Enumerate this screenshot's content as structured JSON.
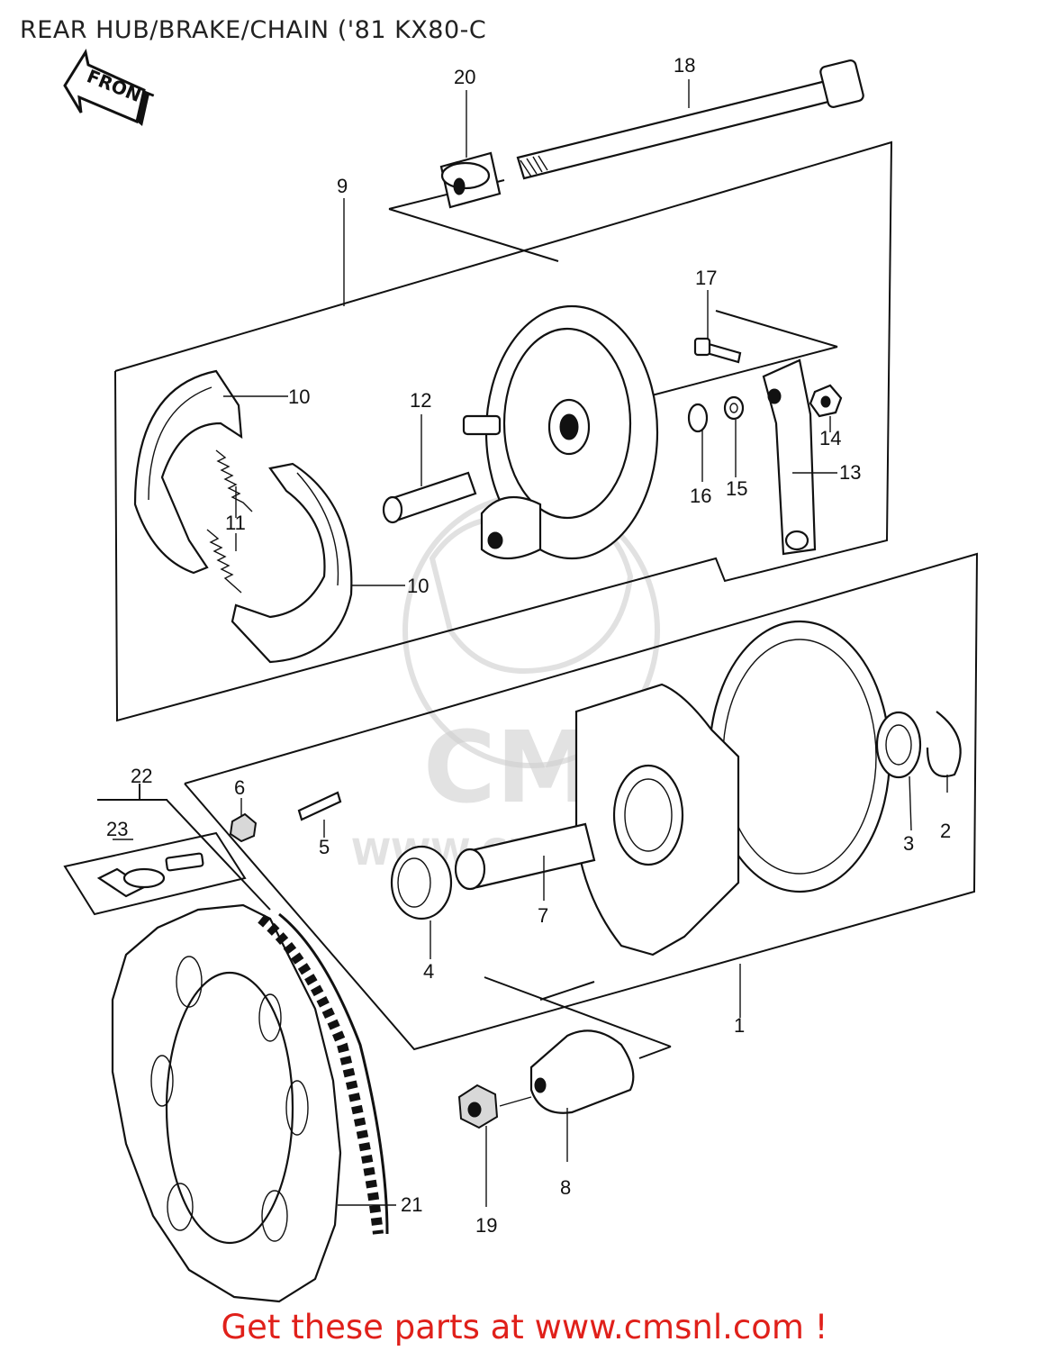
{
  "title": "REAR HUB/BRAKE/CHAIN ('81 KX80-C",
  "front_arrow_label": "FRONT",
  "watermark": {
    "brand": "CMS",
    "url": "WWW.CMSNL.COM"
  },
  "footer_text": "Get these parts at www.cmsnl.com !",
  "colors": {
    "footer": "#e0201a",
    "line": "#111111"
  },
  "callouts": [
    "20",
    "18",
    "9",
    "17",
    "10",
    "12",
    "14",
    "16",
    "15",
    "13",
    "11",
    "10",
    "22",
    "6",
    "23",
    "5",
    "3",
    "2",
    "7",
    "4",
    "1",
    "8",
    "21",
    "19"
  ]
}
